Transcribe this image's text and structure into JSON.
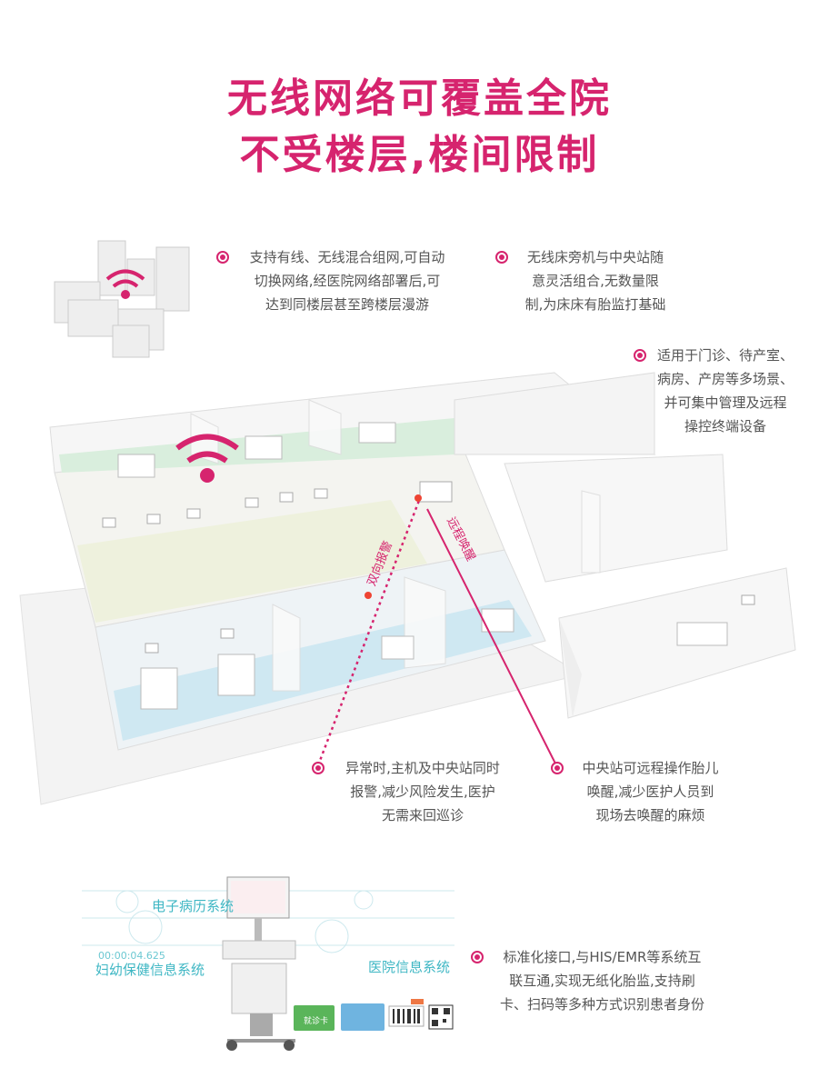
{
  "title": {
    "line1": "无线网络可覆盖全院",
    "line2": "不受楼层,楼间限制"
  },
  "callouts": [
    {
      "lines": [
        "支持有线、无线混合组网,可自动",
        "切换网络,经医院网络部署后,可",
        "达到同楼层甚至跨楼层漫游"
      ]
    },
    {
      "lines": [
        "无线床旁机与中央站随",
        "意灵活组合,无数量限",
        "制,为床床有胎监打基础"
      ]
    },
    {
      "lines": [
        "适用于门诊、待产室、",
        "病房、产房等多场景、",
        "并可集中管理及远程",
        "操控终端设备"
      ]
    },
    {
      "lines": [
        "异常时,主机及中央站同时",
        "报警,减少风险发生,医护",
        "无需来回巡诊"
      ]
    },
    {
      "lines": [
        "中央站可远程操作胎儿",
        "唤醒,减少医护人员到",
        "现场去唤醒的麻烦"
      ]
    },
    {
      "lines": [
        "标准化接口,与HIS/EMR等系统互",
        "联互通,实现无纸化胎监,支持刷",
        "卡、扫码等多种方式识别患者身份"
      ]
    }
  ],
  "diagram_labels": {
    "alarm": "双向报警",
    "wakeup": "远程唤醒"
  },
  "systems": {
    "emr": "电子病历系统",
    "maternal": "妇幼保健信息系统",
    "his": "医院信息系统",
    "timer": "00:00:04.625",
    "card": "就诊卡"
  },
  "colors": {
    "accent": "#d6246e",
    "teal": "#3fb7c4"
  }
}
